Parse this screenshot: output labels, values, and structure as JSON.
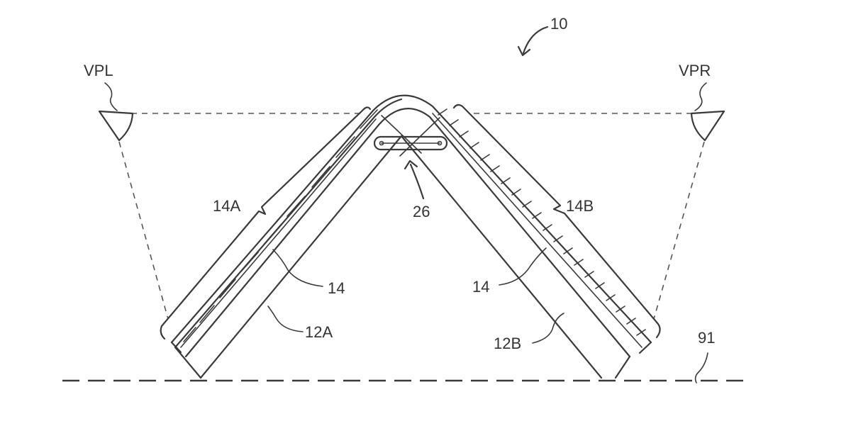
{
  "labels": {
    "device": "10",
    "viewer_left": "VPL",
    "viewer_right": "VPR",
    "display_left": "14A",
    "display_right": "14B",
    "hinge": "26",
    "display_left_layer": "14",
    "display_right_layer": "14",
    "housing_left": "12A",
    "housing_right": "12B",
    "surface": "91"
  },
  "colors": {
    "line": "#3a3a3a",
    "text": "#333333",
    "background": "#ffffff"
  }
}
